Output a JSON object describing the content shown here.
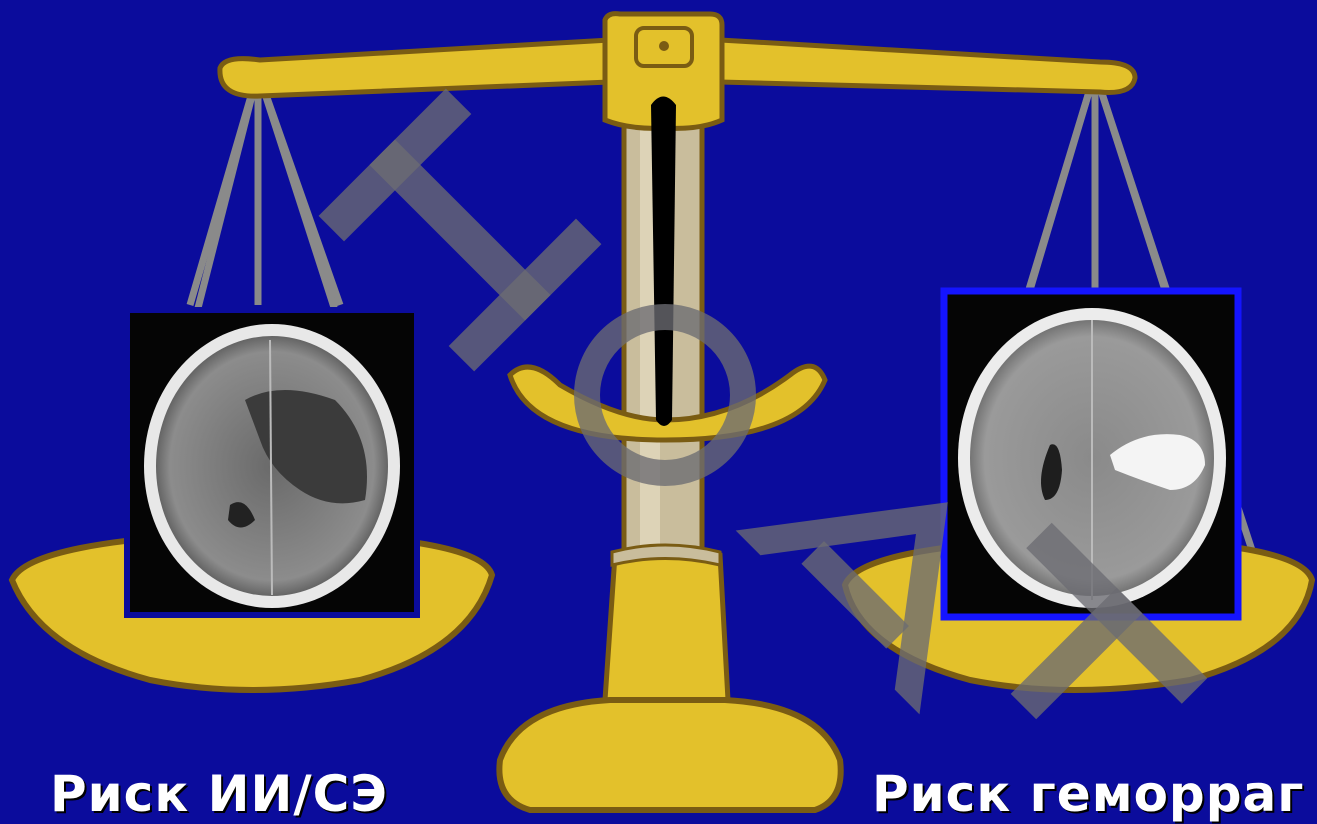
{
  "captions": {
    "left": "Риск ИИ/СЭ",
    "right": "Риск геморраг"
  },
  "watermark": {
    "letters": [
      "Н",
      "О",
      "А",
      "Т"
    ]
  },
  "scan_images": {
    "left": "ct-scan-ischemic-stroke",
    "right": "ct-scan-hemorrhage"
  },
  "colors": {
    "background": "#0b0c9c",
    "scale_gold": "#e3c12b",
    "scale_outline": "#7a5c13",
    "string_gray": "#8a8a8a",
    "watermark": "#6b6b72",
    "needle": "#000000"
  }
}
